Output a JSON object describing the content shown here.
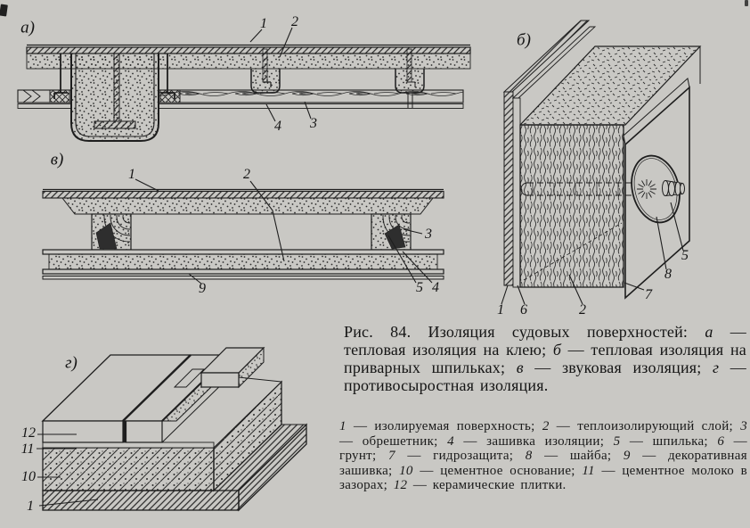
{
  "page": {
    "paper_color": "#c9c8c4",
    "ink_color": "#1e1e1e"
  },
  "panels": {
    "a": {
      "label": "а)"
    },
    "b": {
      "label": "б)"
    },
    "v": {
      "label": "в)"
    },
    "g": {
      "label": "г)"
    }
  },
  "callouts": {
    "a": [
      {
        "n": "1"
      },
      {
        "n": "2"
      },
      {
        "n": "4"
      },
      {
        "n": "3"
      }
    ],
    "b": [
      {
        "n": "1"
      },
      {
        "n": "6"
      },
      {
        "n": "2"
      },
      {
        "n": "7"
      },
      {
        "n": "8"
      },
      {
        "n": "5"
      }
    ],
    "v": [
      {
        "n": "1"
      },
      {
        "n": "2"
      },
      {
        "n": "3"
      },
      {
        "n": "5"
      },
      {
        "n": "4"
      },
      {
        "n": "9"
      }
    ],
    "g": [
      {
        "n": "12"
      },
      {
        "n": "11"
      },
      {
        "n": "10"
      },
      {
        "n": "1"
      }
    ]
  },
  "caption": {
    "segments": [
      {
        "text": "Рис. 84.",
        "style": "roman"
      },
      {
        "text": " Изоляция судовых поверхностей: ",
        "style": "roman"
      },
      {
        "text": "а",
        "style": "italic"
      },
      {
        "text": " — тепловая изоляция на клею; ",
        "style": "roman"
      },
      {
        "text": "б",
        "style": "italic"
      },
      {
        "text": " — тепловая изоляция на приварных шпильках; ",
        "style": "roman"
      },
      {
        "text": "в",
        "style": "italic"
      },
      {
        "text": " — звуковая изоляция; ",
        "style": "roman"
      },
      {
        "text": "г",
        "style": "italic"
      },
      {
        "text": " — противосыростная изоляция.",
        "style": "roman"
      }
    ]
  },
  "legend": {
    "items": [
      {
        "num": "1",
        "text": "— изолируемая поверхность;"
      },
      {
        "num": "2",
        "text": "— теплоизолирующий слой;"
      },
      {
        "num": "3",
        "text": "— обрешетник;"
      },
      {
        "num": "4",
        "text": "— зашивка изоляции;"
      },
      {
        "num": "5",
        "text": "— шпилька;"
      },
      {
        "num": "6",
        "text": "— грунт;"
      },
      {
        "num": "7",
        "text": "— гидрозащита;"
      },
      {
        "num": "8",
        "text": "— шайба;"
      },
      {
        "num": "9",
        "text": "— декоративная зашивка;"
      },
      {
        "num": "10",
        "text": "— цементное основание;"
      },
      {
        "num": "11",
        "text": "— цементное молоко в зазорах;"
      },
      {
        "num": "12",
        "text": "— керамические плитки."
      }
    ]
  }
}
